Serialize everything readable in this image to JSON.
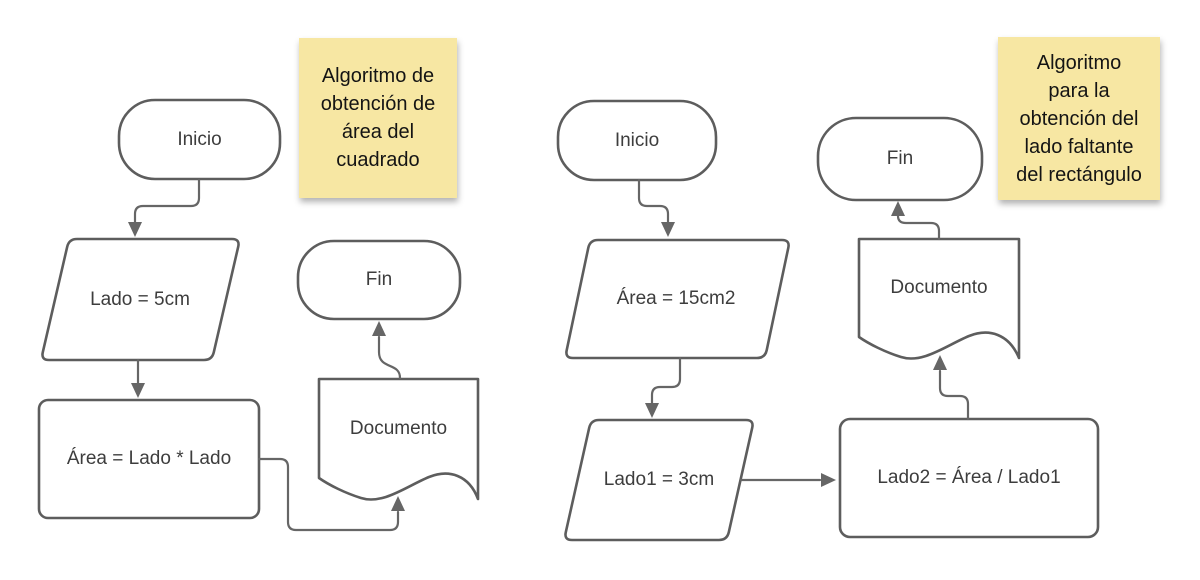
{
  "colors": {
    "canvas_bg": "#ffffff",
    "shape_fill": "#ffffff",
    "shape_stroke": "#5d5d5d",
    "connector": "#666666",
    "label_text": "#3d3d3d",
    "note_bg": "#f7e7a3",
    "note_text": "#141414"
  },
  "flowchart_left": {
    "note": "Algoritmo de\nobtención de\nárea del\ncuadrado",
    "start": "Inicio",
    "input": "Lado = 5cm",
    "process": "Área = Lado * Lado",
    "document": "Documento",
    "end": "Fin"
  },
  "flowchart_right": {
    "note": "Algoritmo\npara la\nobtención del\nlado faltante\ndel rectángulo",
    "start": "Inicio",
    "input1": "Área = 15cm2",
    "input2": "Lado1 = 3cm",
    "process": "Lado2 = Área / Lado1",
    "document": "Documento",
    "end": "Fin"
  }
}
